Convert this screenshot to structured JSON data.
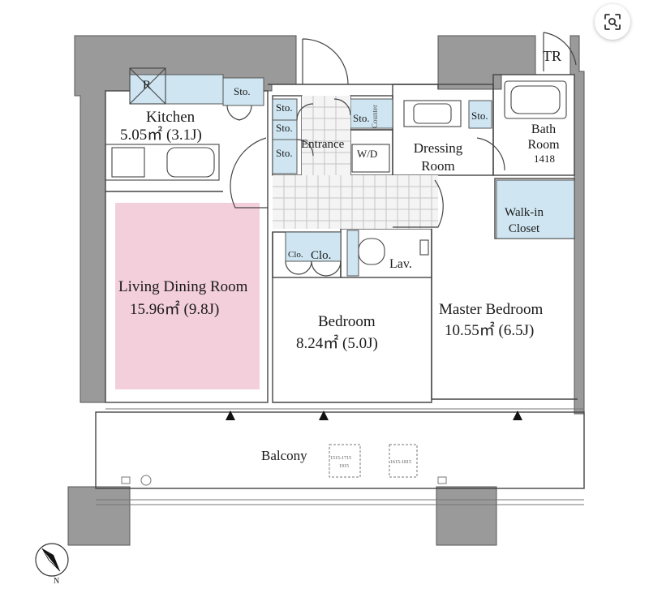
{
  "labels": {
    "tr": "TR",
    "r": "R",
    "sto_kitchen": "Sto.",
    "kitchen": "Kitchen",
    "kitchen_area": "5.05㎡ (3.1J)",
    "sto_hall_1": "Sto.",
    "sto_hall_2": "Sto.",
    "sto_hall_3": "Sto.",
    "entrance": "Entrance",
    "sto_entrance": "Sto.",
    "counter": "Counter",
    "wd": "W/D",
    "dressing_room": "Dressing Room",
    "sto_bath": "Sto.",
    "bath_room": "Bath Room",
    "bath_size": "1418",
    "walkin_closet": "Walk-in Closet",
    "clo1": "Clo.",
    "clo2": "Clo.",
    "lav": "Lav.",
    "living_dining": "Living Dining Room",
    "living_area": "15.96㎡ (9.8J)",
    "bedroom": "Bedroom",
    "bedroom_area": "8.24㎡ (5.0J)",
    "master_bedroom": "Master Bedroom",
    "master_area": "10.55㎡ (6.5J)",
    "balcony": "Balcony",
    "balcony_dim_1": "1515-1715",
    "balcony_dim_2": "1915",
    "balcony_dim_3": "1615-1815",
    "north": "N"
  },
  "colors": {
    "wall": "#9a9a9a",
    "line": "#444444",
    "living_fill": "#f3cfdb",
    "storage_fill": "#cfe6f2",
    "tile": "#bdbdbd"
  },
  "icons": {
    "scan": "image-search-icon",
    "compass": "north-arrow-icon"
  }
}
